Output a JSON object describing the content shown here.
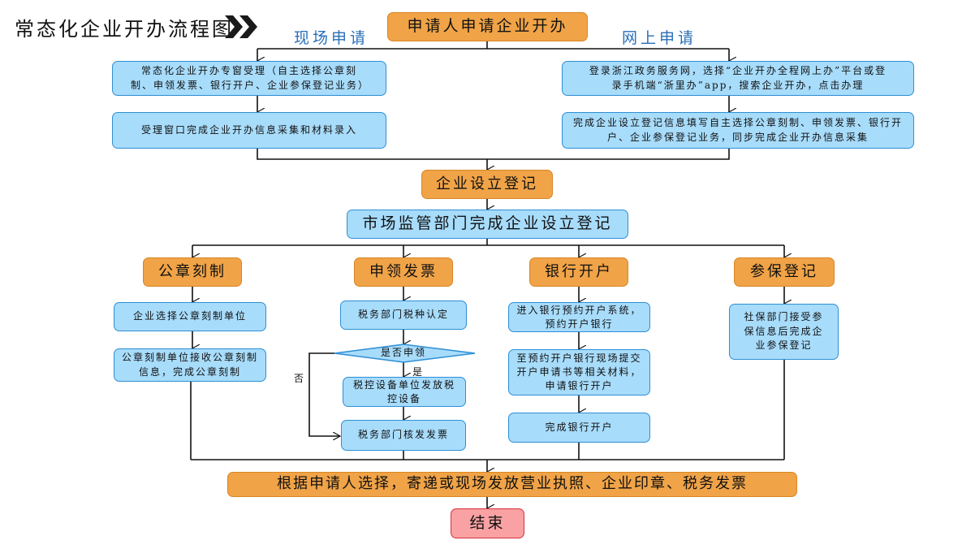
{
  "title": "常态化企业开办流程图",
  "start": "申请人申请企业开办",
  "branches": {
    "onsite": {
      "label": "现场申请",
      "steps": [
        "常态化企业开办专窗受理（自主选择公章刻制、申领发票、银行开户、企业参保登记业务）",
        "受理窗口完成企业开办信息采集和材料录入"
      ]
    },
    "online": {
      "label": "网上申请",
      "steps": [
        "登录浙江政务服务网，选择“企业开办全程网上办”平台或登录手机端“浙里办”app，搜索企业开办，点击办理",
        "完成企业设立登记信息填写自主选择公章刻制、申领发票、银行开户、企业参保登记业务，同步完成企业开办信息采集"
      ]
    }
  },
  "registration": {
    "stage": "企业设立登记",
    "step": "市场监管部门完成企业设立登记"
  },
  "services": [
    {
      "stage": "公章刻制",
      "steps": [
        "企业选择公章刻制单位",
        "公章刻制单位接收公章刻制信息，完成公章刻制"
      ]
    },
    {
      "stage": "申领发票",
      "steps": [
        "税务部门税种认定"
      ],
      "decision": "是否申领",
      "yes_label": "是",
      "no_label": "否",
      "yes_step": "税控设备单位发放税控设备",
      "final_step": "税务部门核发发票"
    },
    {
      "stage": "银行开户",
      "steps": [
        "进入银行预约开户系统，预约开户银行",
        "至预约开户银行现场提交开户申请书等相关材料，申请银行开户",
        "完成银行开户"
      ]
    },
    {
      "stage": "参保登记",
      "steps": [
        "社保部门接受参保信息后完成企业参保登记"
      ]
    }
  ],
  "delivery": "根据申请人选择，寄递或现场发放营业执照、企业印章、税务发票",
  "end": "结束",
  "colors": {
    "stage_orange": "#f0a347",
    "step_blue": "#a8dcfb",
    "step_border": "#2d8fd5",
    "end_pink": "#f9a1a3",
    "branch_label": "#2a6fb8"
  }
}
